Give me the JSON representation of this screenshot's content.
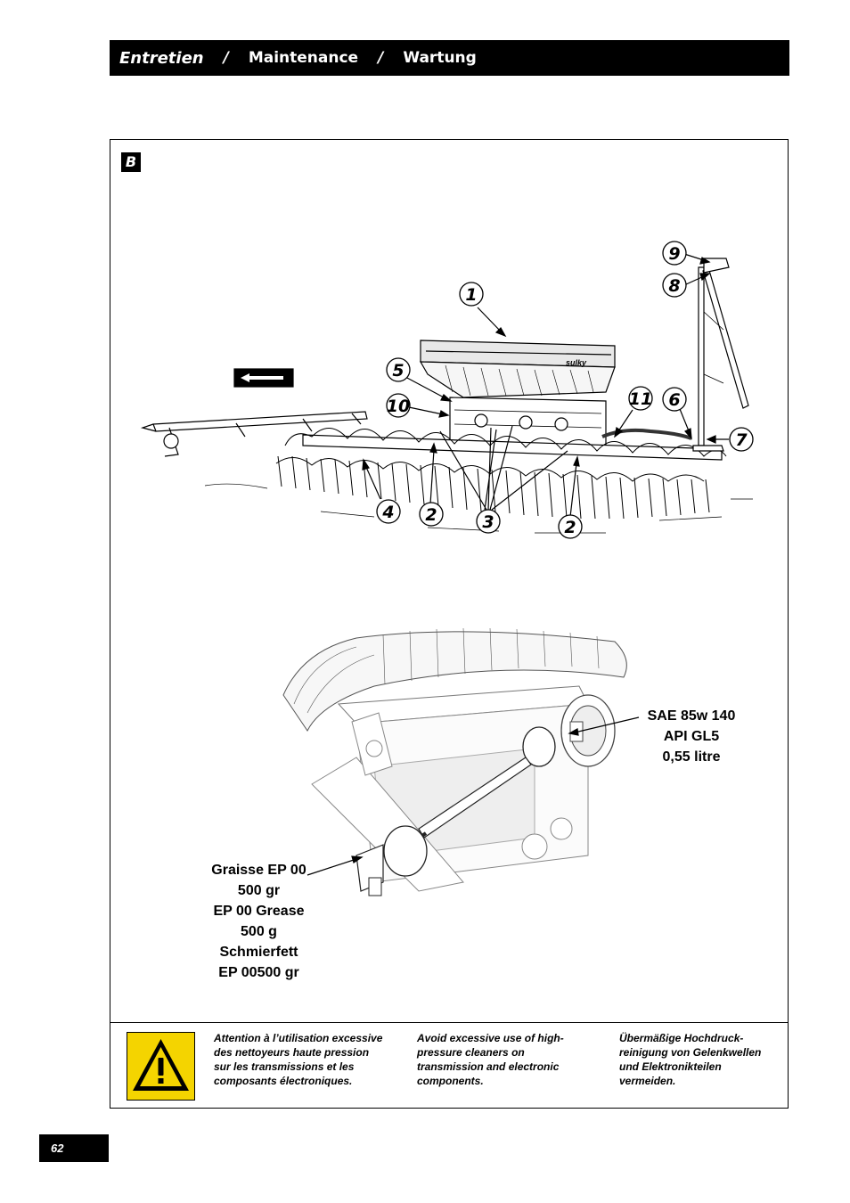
{
  "header": {
    "title_fr": "Entretien",
    "separator": "/",
    "title_en": "Maintenance",
    "title_de": "Wartung"
  },
  "section": {
    "badge": "B"
  },
  "callouts": [
    "1",
    "2",
    "3",
    "4",
    "5",
    "6",
    "7",
    "8",
    "9",
    "10",
    "11"
  ],
  "callout_labels": {
    "c1": "1",
    "c2a": "2",
    "c2b": "2",
    "c3": "3",
    "c4": "4",
    "c5": "5",
    "c6": "6",
    "c7": "7",
    "c8": "8",
    "c9": "9",
    "c10": "10",
    "c11": "11"
  },
  "machine": {
    "brand": "sulky"
  },
  "gearbox_oil": {
    "line1": "SAE 85w 140",
    "line2": "API GL5",
    "line3": "0,55 litre"
  },
  "grease": {
    "line1": "Graisse EP 00",
    "line2": "500 gr",
    "line3": "EP 00 Grease",
    "line4": "500 g",
    "line5": "Schmierfett",
    "line6": "EP 00500 gr"
  },
  "warning": {
    "fr": "Attention à l’utilisation excessive des nettoyeurs haute pression sur les transmissions et les composants électroniques.",
    "en": "Avoid excessive use of high-pressure cleaners on transmission and electronic components.",
    "de": "Übermäßige Hochdruck-reinigung von Gelenkwellen und Elektronikteilen vermeiden.",
    "icon": "warning-triangle-icon",
    "icon_color": "#f4d400"
  },
  "page": {
    "number": "62"
  }
}
